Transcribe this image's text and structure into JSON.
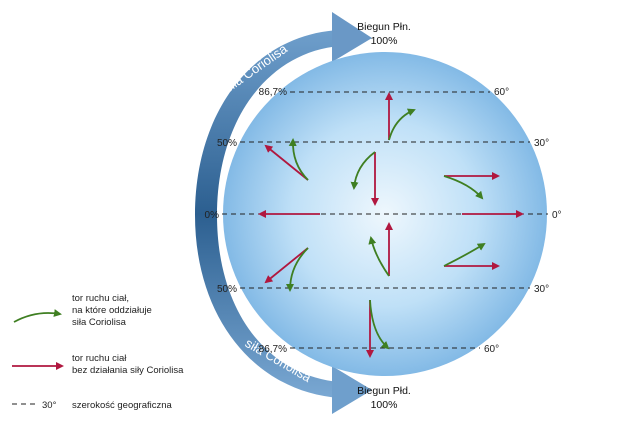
{
  "poles": {
    "north_name": "Biegun Płn.",
    "north_value": "100%",
    "south_name": "Biegun Płd.",
    "south_value": "100%"
  },
  "coriolis_label": "siła Coriolisa",
  "latitudes": {
    "left_n60": "86,7%",
    "left_n30": "50%",
    "left_eq": "0%",
    "left_s30": "50%",
    "left_s60": "86,7%",
    "right_n60": "60°",
    "right_n30": "30°",
    "right_eq": "0°",
    "right_s30": "30°",
    "right_s60": "60°"
  },
  "legend": {
    "green_line1": "tor ruchu ciał,",
    "green_line2": "na które oddziałuje",
    "green_line3": "siła Coriolisa",
    "red_line1": "tor ruchu ciał",
    "red_line2": "bez działania siły Coriolisa",
    "dash_value": "30°",
    "dash_label": "szerokość geograficzna"
  },
  "colors": {
    "sphere_center": "#eaf5fd",
    "sphere_edge": "#7fb8e6",
    "coriolis_arrow_light": "#8fb5d8",
    "coriolis_arrow_dark": "#2a5d8e",
    "red_arrow": "#b0173f",
    "green_arrow": "#3f7f22",
    "dash": "#222222"
  }
}
